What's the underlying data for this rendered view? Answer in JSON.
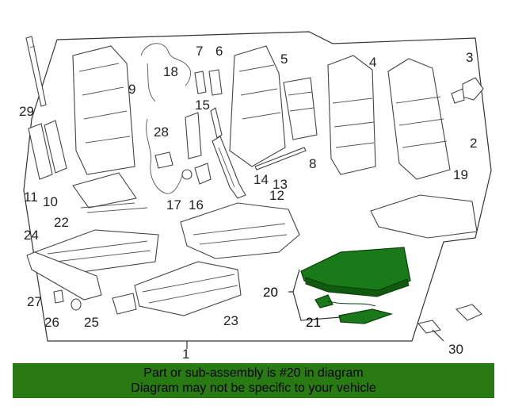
{
  "diagram": {
    "callouts": {
      "c1": "1",
      "c2": "2",
      "c3": "3",
      "c4": "4",
      "c5": "5",
      "c6": "6",
      "c7": "7",
      "c8": "8",
      "c9": "9",
      "c10": "10",
      "c11": "11",
      "c12": "12",
      "c13": "13",
      "c14": "14",
      "c15": "15",
      "c16": "16",
      "c17": "17",
      "c18": "18",
      "c19": "19",
      "c20": "20",
      "c21": "21",
      "c22": "22",
      "c23": "23",
      "c24": "24",
      "c25": "25",
      "c26": "26",
      "c27": "27",
      "c28": "28",
      "c29": "29",
      "c30": "30"
    },
    "highlighted_part": "20",
    "highlight_color": "#1a7a1a"
  },
  "banner": {
    "line1": "Part or sub-assembly is #20 in diagram",
    "line2": "Diagram may not be specific to your vehicle",
    "background": "#2a7a14"
  }
}
